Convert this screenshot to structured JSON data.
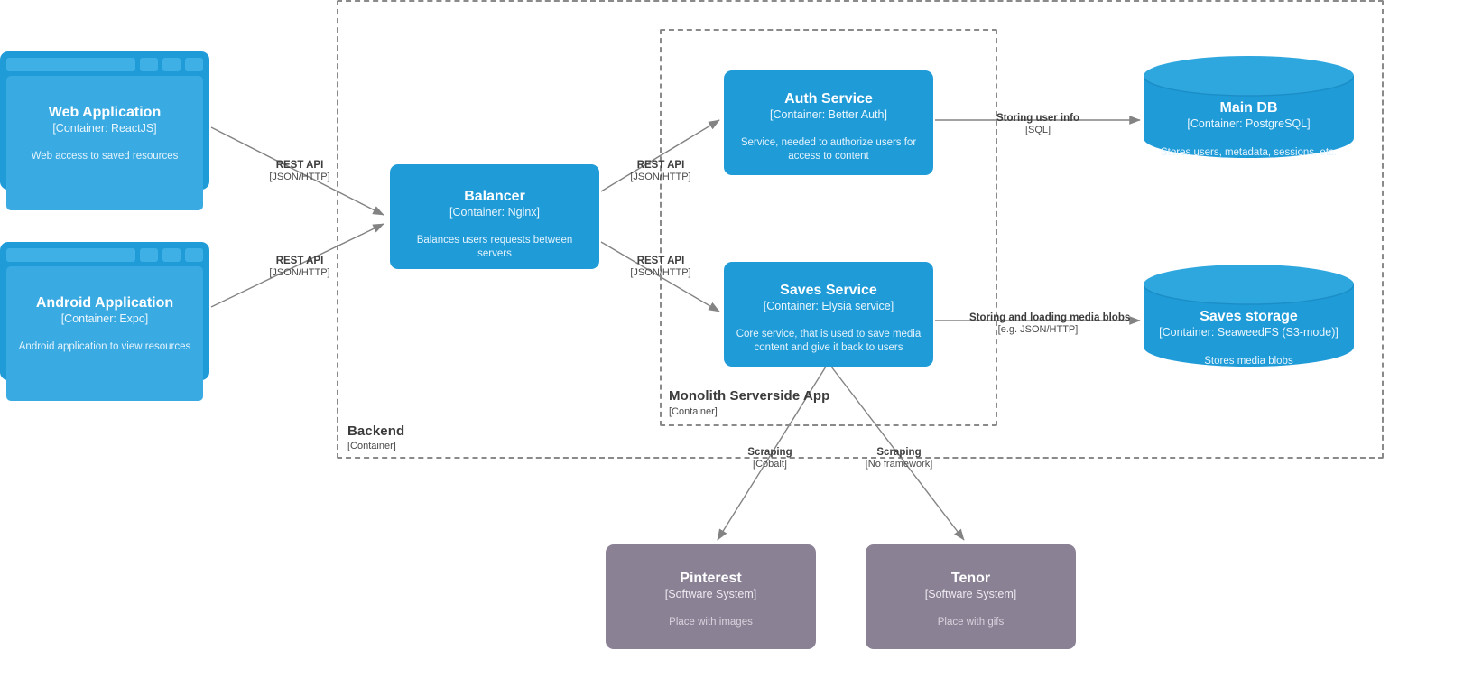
{
  "diagram": {
    "type": "c4-container-diagram",
    "colors": {
      "container_fill": "#1f9bd8",
      "external_fill": "#8b8195",
      "boundary_stroke": "#8a8a8a",
      "edge_stroke": "#838383",
      "text_on_node": "#ffffff",
      "label_text": "#3d3d3d",
      "background": "#ffffff"
    }
  },
  "boundaries": [
    {
      "id": "backend",
      "label": "Backend",
      "sublabel": "[Container]"
    },
    {
      "id": "monolith",
      "label": "Monolith Serverside App",
      "sublabel": "[Container]"
    }
  ],
  "nodes": [
    {
      "id": "web-application",
      "shape": "browser",
      "kind": "container",
      "title": "Web Application",
      "tech": "[Container: ReactJS]",
      "description": "Web access to saved resources"
    },
    {
      "id": "android-application",
      "shape": "browser",
      "kind": "container",
      "title": "Android Application",
      "tech": "[Container: Expo]",
      "description": "Android application to view resources"
    },
    {
      "id": "balancer",
      "shape": "box",
      "kind": "container",
      "title": "Balancer",
      "tech": "[Container: Nginx]",
      "description": "Balances users requests between servers"
    },
    {
      "id": "auth-service",
      "shape": "box",
      "kind": "container",
      "title": "Auth Service",
      "tech": "[Container: Better Auth]",
      "description": "Service, needed to authorize users for access to content"
    },
    {
      "id": "saves-service",
      "shape": "box",
      "kind": "container",
      "title": "Saves Service",
      "tech": "[Container: Elysia service]",
      "description": "Core service, that is used to save media content and give it back to users"
    },
    {
      "id": "main-db",
      "shape": "cylinder",
      "kind": "container",
      "title": "Main DB",
      "tech": "[Container: PostgreSQL]",
      "description": "Stores users, metadata, sessions, etc."
    },
    {
      "id": "saves-storage",
      "shape": "cylinder",
      "kind": "container",
      "title": "Saves storage",
      "tech": "[Container: SeaweedFS (S3-mode)]",
      "description": "Stores media blobs"
    },
    {
      "id": "pinterest",
      "shape": "box",
      "kind": "external",
      "title": "Pinterest",
      "tech": "[Software System]",
      "description": "Place with images"
    },
    {
      "id": "tenor",
      "shape": "box",
      "kind": "external",
      "title": "Tenor",
      "tech": "[Software System]",
      "description": "Place with gifs"
    }
  ],
  "edges": [
    {
      "id": "web-to-balancer",
      "from": "web-application",
      "to": "balancer",
      "label": "REST API",
      "tech": "[JSON/HTTP]"
    },
    {
      "id": "android-to-balancer",
      "from": "android-application",
      "to": "balancer",
      "label": "REST API",
      "tech": "[JSON/HTTP]"
    },
    {
      "id": "balancer-to-auth",
      "from": "balancer",
      "to": "auth-service",
      "label": "REST API",
      "tech": "[JSON/HTTP]"
    },
    {
      "id": "balancer-to-saves",
      "from": "balancer",
      "to": "saves-service",
      "label": "REST API",
      "tech": "[JSON/HTTP]"
    },
    {
      "id": "auth-to-main-db",
      "from": "auth-service",
      "to": "main-db",
      "label": "Storing user info",
      "tech": "[SQL]"
    },
    {
      "id": "saves-to-storage",
      "from": "saves-service",
      "to": "saves-storage",
      "label": "Storing and loading media blobs",
      "tech": "[e.g. JSON/HTTP]"
    },
    {
      "id": "saves-to-pinterest",
      "from": "saves-service",
      "to": "pinterest",
      "label": "Scraping",
      "tech": "[Cobalt]"
    },
    {
      "id": "saves-to-tenor",
      "from": "saves-service",
      "to": "tenor",
      "label": "Scraping",
      "tech": "[No framework]"
    }
  ]
}
